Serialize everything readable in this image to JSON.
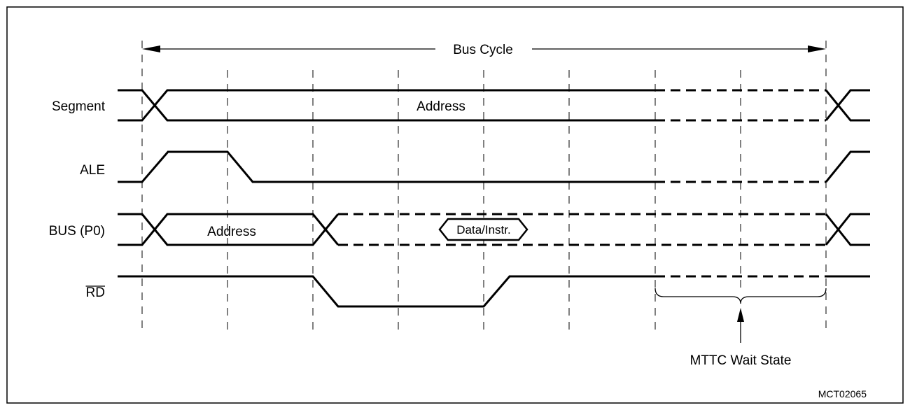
{
  "diagram": {
    "cycle_label": "Bus Cycle",
    "signals": [
      {
        "id": "segment",
        "label": "Segment",
        "overbar": false,
        "value_label": "Address"
      },
      {
        "id": "ale",
        "label": "ALE",
        "overbar": false
      },
      {
        "id": "bus",
        "label": "BUS (P0)",
        "overbar": false,
        "value_labels": [
          "Address",
          "Data/Instr."
        ]
      },
      {
        "id": "rd",
        "label": "RD",
        "overbar": true
      }
    ],
    "wait_state_label": "MTTC Wait State",
    "figure_id": "MCT02065"
  }
}
